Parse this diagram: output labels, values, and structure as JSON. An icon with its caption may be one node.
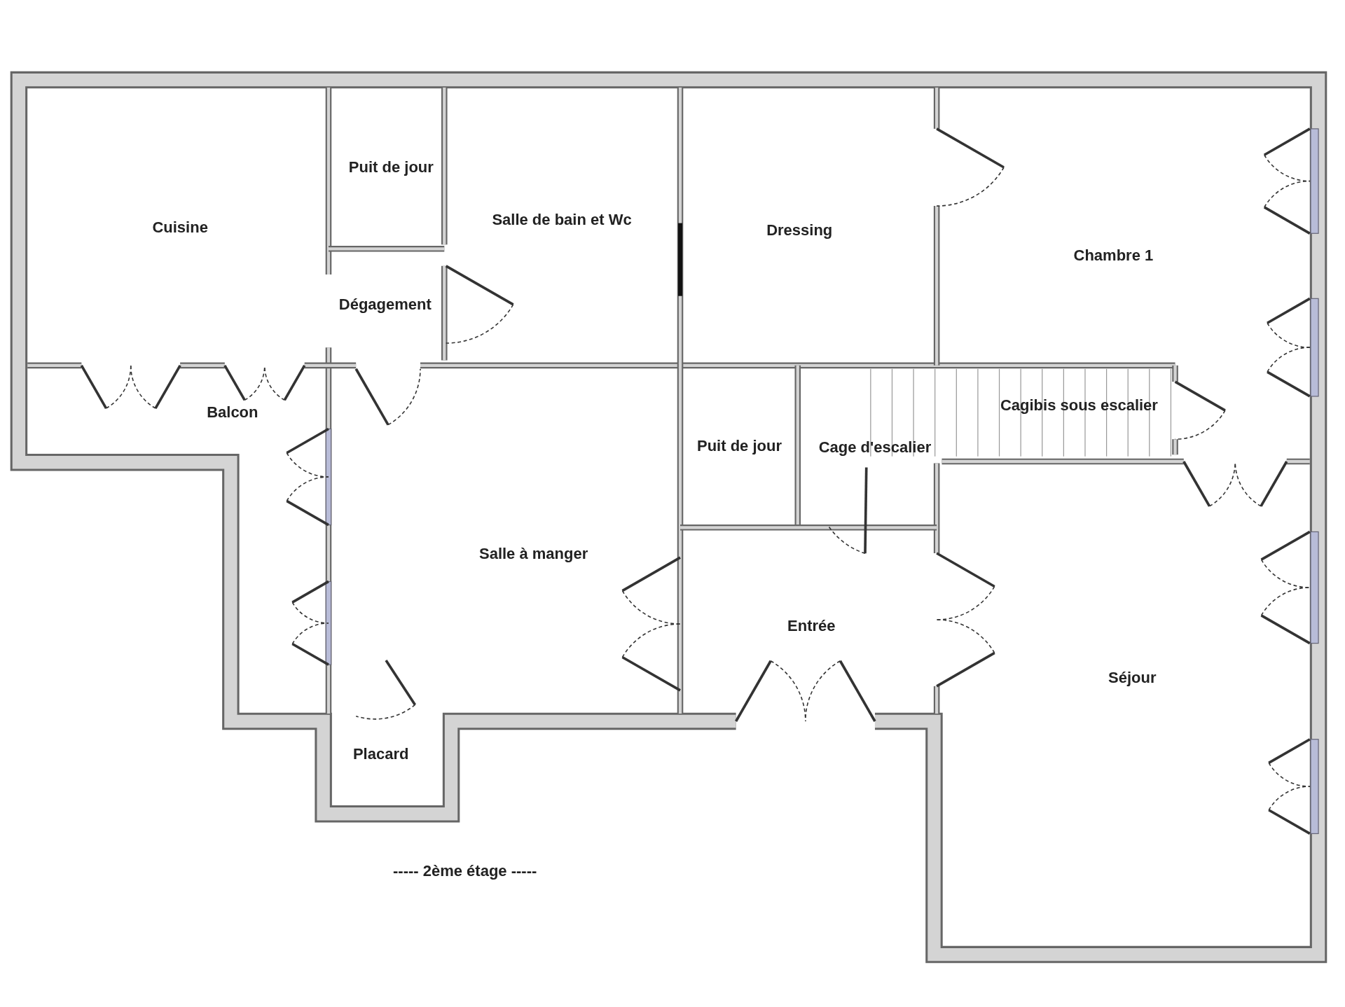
{
  "diagram": {
    "labels": [
      "Puit de jour",
      "Cuisine",
      "Salle de bain et Wc",
      "Dressing",
      "Chambre 1",
      "Dégagement",
      "Balcon",
      "Cagibis sous escalier",
      "Puit de jour",
      "Cage d'escalier",
      "Salle à manger",
      "Entrée",
      "Séjour",
      "Placard",
      "----- 2ème étage -----"
    ]
  }
}
